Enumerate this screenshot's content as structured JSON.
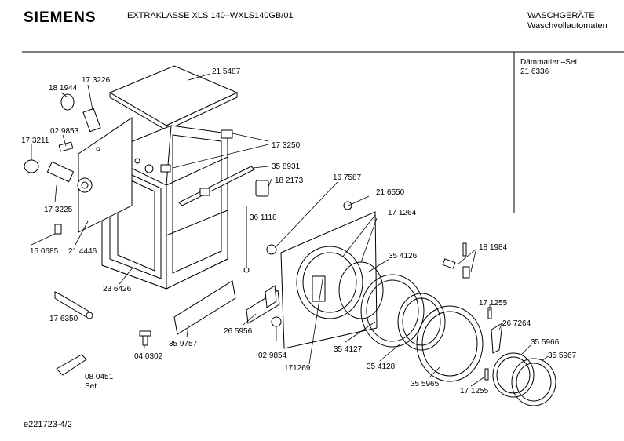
{
  "header": {
    "brand": "SIEMENS",
    "model": "EXTRAKLASSE XLS 140–WXLS140GB/01",
    "category_line1": "WASCHGERÄTE",
    "category_line2": "Waschvollautomaten"
  },
  "footer": {
    "reference": "e221723-4/2"
  },
  "side_note": {
    "title": "Dämmatten–Set",
    "number": "21 6336"
  },
  "parts": [
    "21 5487",
    "17 3226",
    "18 1944",
    "02 9853",
    "17 3211",
    "17 3225",
    "15 0685",
    "21 4446",
    "17 3250",
    "35 8931",
    "18 2173",
    "36 1118",
    "16 7587",
    "21 6550",
    "17 1264",
    "23 6426",
    "17 6350",
    "35 9757",
    "26 5956",
    "02 9854",
    "04 0302",
    "171269",
    "35 4126",
    "35 4127",
    "35 4128",
    "18 1984",
    "17 1255",
    "26 7264",
    "35 5966",
    "35 5967",
    "35 5965",
    "17 1255",
    "08 0451",
    "Set"
  ]
}
